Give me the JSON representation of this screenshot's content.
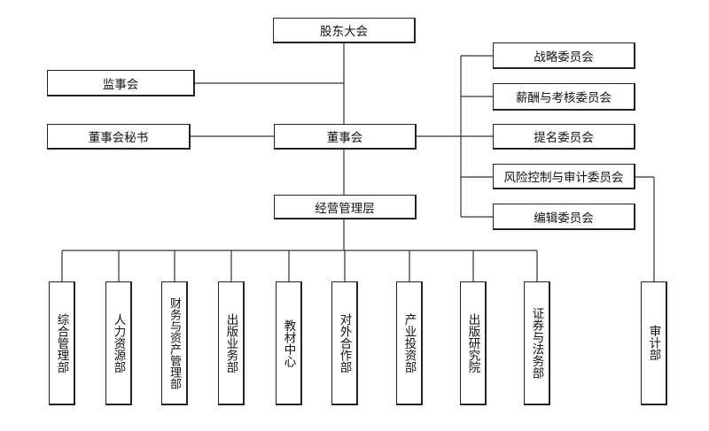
{
  "top": {
    "shareholders": "股东大会",
    "supervisory": "监事会",
    "board_secretary": "董事会秘书",
    "board": "董事会",
    "management": "经营管理层"
  },
  "committees": [
    "战略委员会",
    "薪酬与考核委员会",
    "提名委员会",
    "风险控制与审计委员会",
    "编辑委员会"
  ],
  "departments": [
    "综合管理部",
    "人力资源部",
    "财务与资产管理部",
    "出版业务部",
    "教材中心",
    "对外合作部",
    "产业投资部",
    "出版研究院",
    "证券与法务部"
  ],
  "audit": "审计部"
}
